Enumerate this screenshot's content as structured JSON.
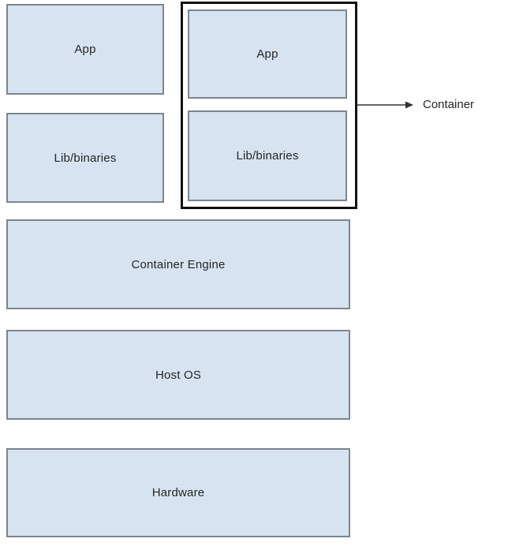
{
  "diagram": {
    "left_stack": {
      "app_label": "App",
      "lib_label": "Lib/binaries"
    },
    "container_group": {
      "app_label": "App",
      "lib_label": "Lib/binaries",
      "callout_label": "Container"
    },
    "layers": {
      "container_engine_label": "Container Engine",
      "host_os_label": "Host OS",
      "hardware_label": "Hardware"
    },
    "colors": {
      "box_fill": "#d7e3f1",
      "box_border": "#7d858d",
      "container_outline": "#111111",
      "text": "#262626",
      "arrow": "#333333"
    }
  }
}
